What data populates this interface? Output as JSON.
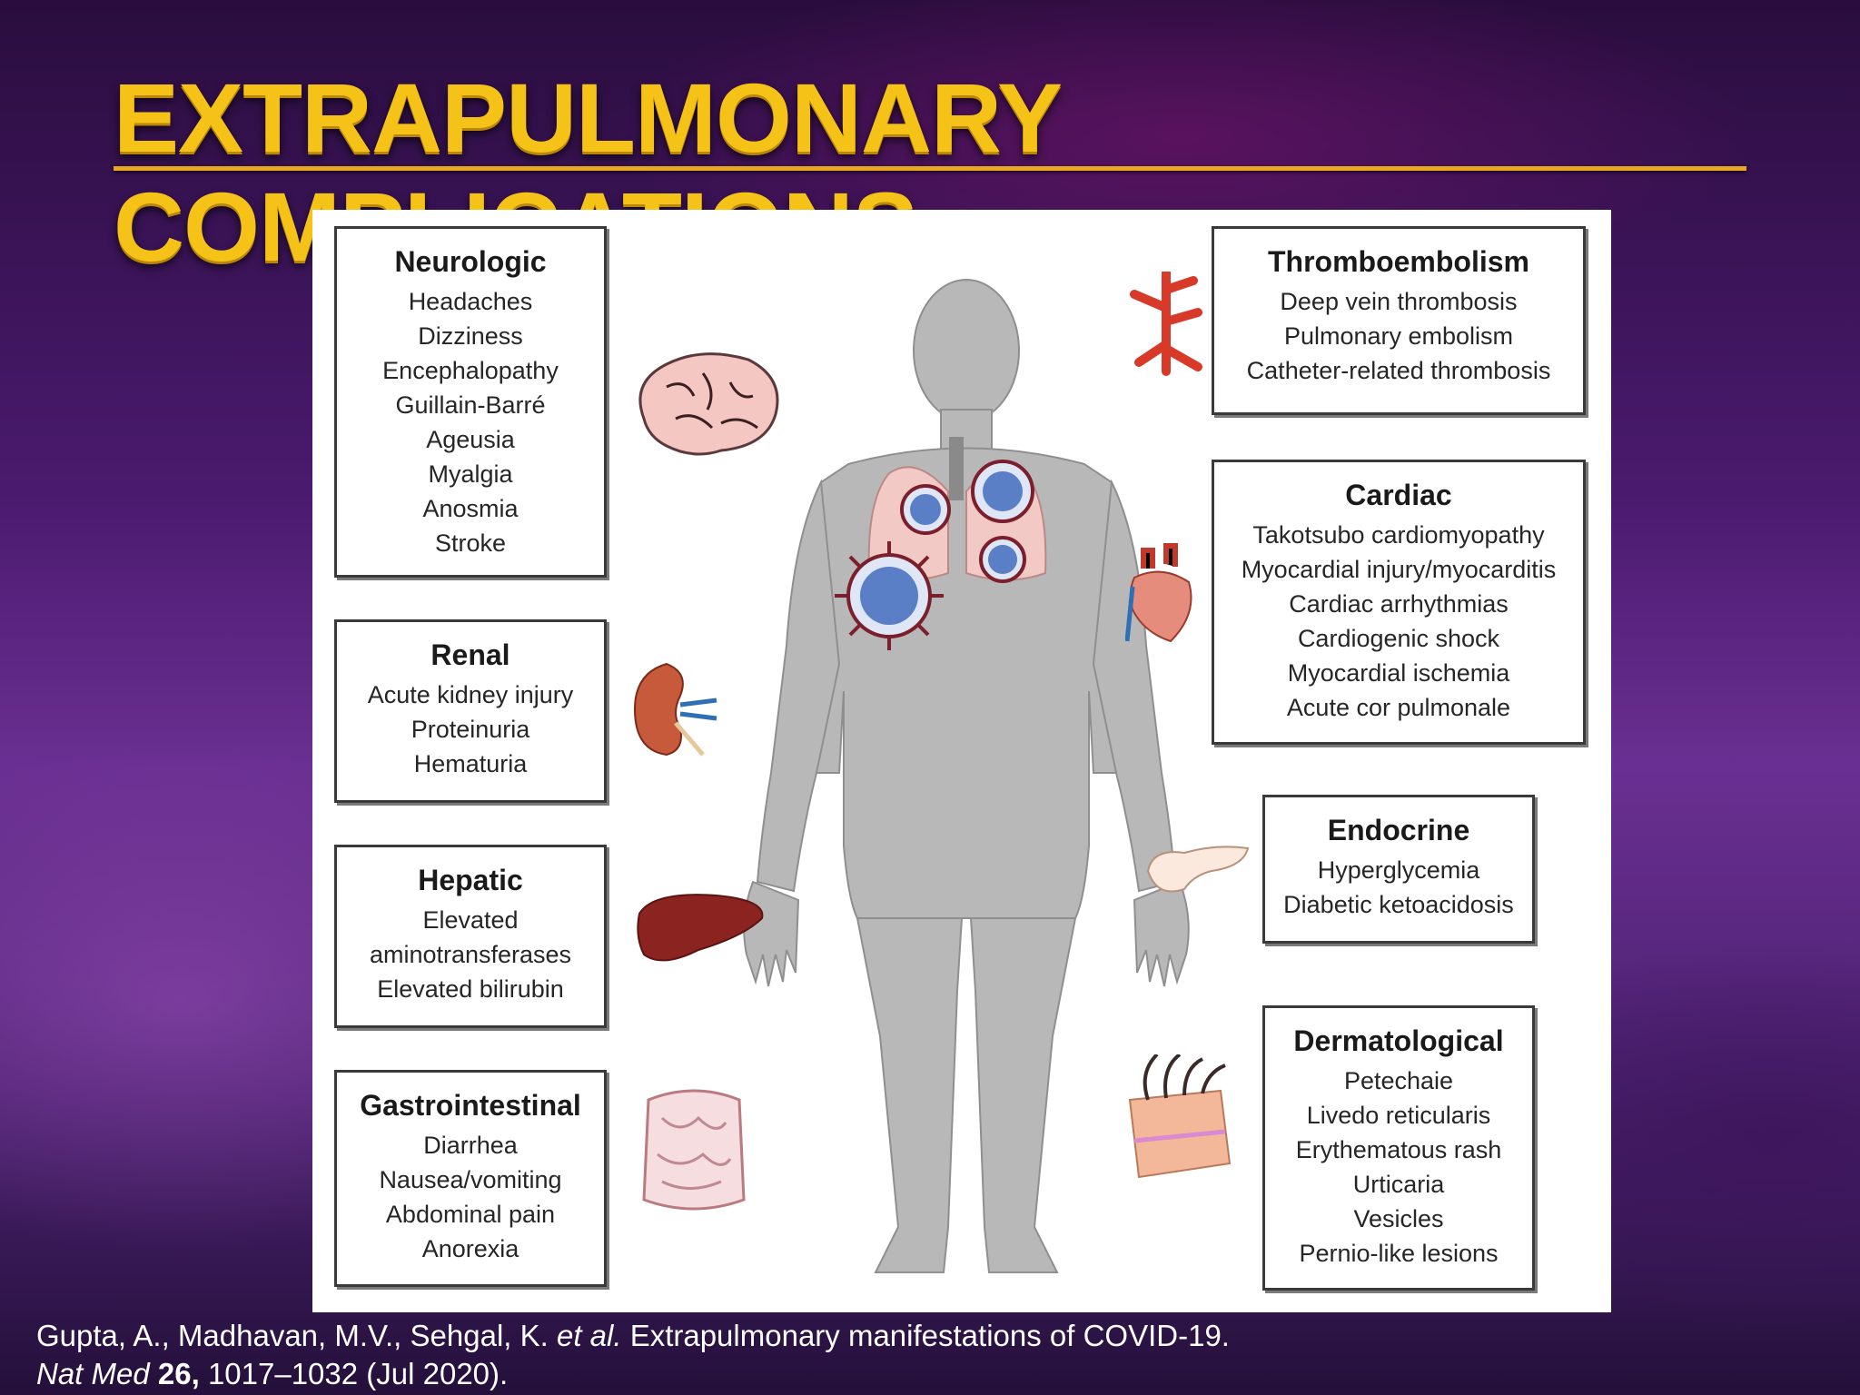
{
  "slide": {
    "title": "EXTRAPULMONARY COMPLICATIONS"
  },
  "diagram": {
    "left_boxes": [
      {
        "heading": "Neurologic",
        "items": [
          "Headaches",
          "Dizziness",
          "Encephalopathy",
          "Guillain-Barré",
          "Ageusia",
          "Myalgia",
          "Anosmia",
          "Stroke"
        ]
      },
      {
        "heading": "Renal",
        "items": [
          "Acute kidney injury",
          "Proteinuria",
          "Hematuria"
        ]
      },
      {
        "heading": "Hepatic",
        "items": [
          "Elevated",
          "aminotransferases",
          "Elevated bilirubin"
        ]
      },
      {
        "heading": "Gastrointestinal",
        "items": [
          "Diarrhea",
          "Nausea/vomiting",
          "Abdominal pain",
          "Anorexia"
        ]
      }
    ],
    "right_boxes": [
      {
        "heading": "Thromboembolism",
        "items": [
          "Deep vein thrombosis",
          "Pulmonary embolism",
          "Catheter-related thrombosis"
        ]
      },
      {
        "heading": "Cardiac",
        "items": [
          "Takotsubo cardiomyopathy",
          "Myocardial injury/myocarditis",
          "Cardiac arrhythmias",
          "Cardiogenic shock",
          "Myocardial ischemia",
          "Acute cor pulmonale"
        ]
      },
      {
        "heading": "Endocrine",
        "items": [
          "Hyperglycemia",
          "Diabetic ketoacidosis"
        ]
      },
      {
        "heading": "Dermatological",
        "items": [
          "Petechaie",
          "Livedo reticularis",
          "Erythematous rash",
          "Urticaria",
          "Vesicles",
          "Pernio-like lesions"
        ]
      }
    ],
    "icons": [
      "brain-icon",
      "kidney-icon",
      "liver-icon",
      "intestine-icon",
      "artery-icon",
      "heart-icon",
      "pancreas-icon",
      "skin-icon",
      "human-body-icon",
      "virus-icon",
      "lungs-icon"
    ],
    "colors": {
      "title": "#f5c318",
      "body_silhouette": "#b8b8b8",
      "virus_spike": "#7a1f2b",
      "virus_core": "#5b7fc7"
    }
  },
  "citation": {
    "authors": "Gupta, A., Madhavan, M.V., Sehgal, K.",
    "etal": "et al.",
    "article": "Extrapulmonary manifestations of COVID-19.",
    "journal": "Nat Med",
    "volume": "26,",
    "pages_date": "1017–1032 (Jul 2020)."
  }
}
